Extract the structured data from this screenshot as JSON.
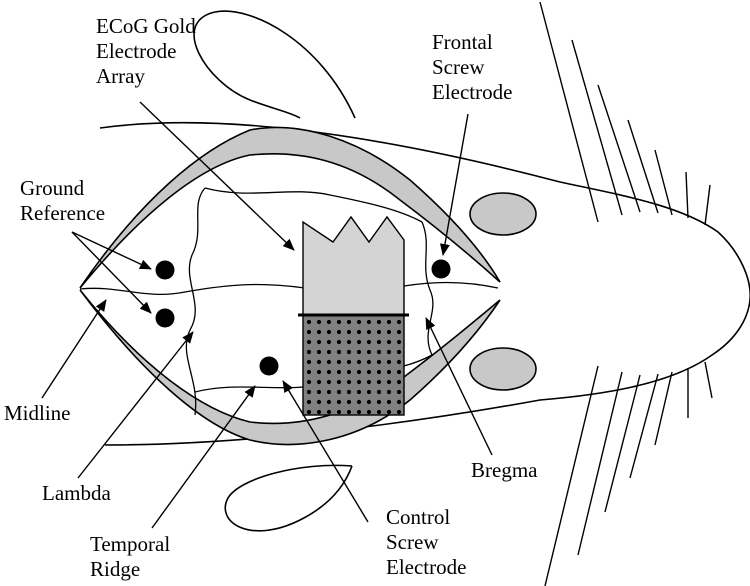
{
  "labels": {
    "ecog": [
      "ECoG Gold",
      "Electrode",
      "Array"
    ],
    "frontal": [
      "Frontal",
      "Screw",
      "Electrode"
    ],
    "ground": [
      "Ground",
      "Reference"
    ],
    "midline": [
      "Midline"
    ],
    "lambda": [
      "Lambda"
    ],
    "temporal": [
      "Temporal",
      "Ridge"
    ],
    "control": [
      "Control",
      "Screw",
      "Electrode"
    ],
    "bregma": [
      "Bregma"
    ]
  },
  "colors": {
    "stroke": "#000000",
    "fill_gray": "#c8c8c8",
    "array_top": "#d4d4d4",
    "array_grid": "#808080",
    "dot": "#000000"
  }
}
